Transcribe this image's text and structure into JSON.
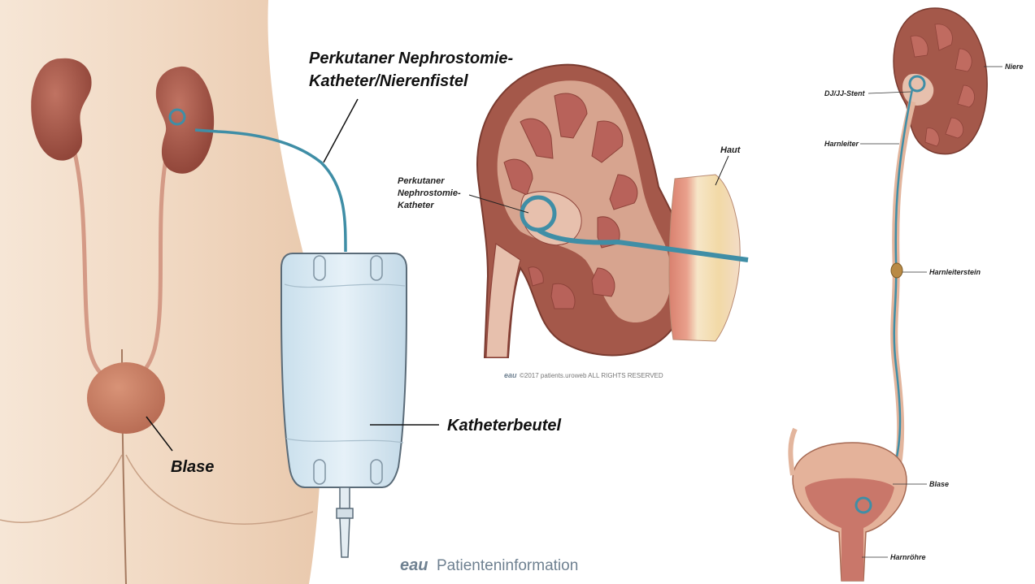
{
  "panel_left": {
    "label_catheter": "Perkutaner Nephrostomie-",
    "label_catheter_2": "Katheter/Nierenfistel",
    "label_bag": "Katheterbeutel",
    "label_bladder": "Blase"
  },
  "panel_middle": {
    "label_catheter": "Perkutaner",
    "label_catheter_2": "Nephrostomie-",
    "label_catheter_3": "Katheter",
    "label_skin": "Haut",
    "copyright": "©2017 patients.uroweb ALL RIGHTS RESERVED",
    "copyright_logo": "eau"
  },
  "panel_right": {
    "label_kidney": "Niere",
    "label_stent": "DJ/JJ-Stent",
    "label_ureter": "Harnleiter",
    "label_stone": "Harnleiterstein",
    "label_bladder": "Blase",
    "label_urethra": "Harnröhre"
  },
  "footer": {
    "logo": "eau",
    "title": "Patienteninformation"
  },
  "colors": {
    "skin": "#f2dcc8",
    "kidney": "#a85a4e",
    "catheter": "#3f8ea6",
    "bag": "#dbeaf3"
  }
}
